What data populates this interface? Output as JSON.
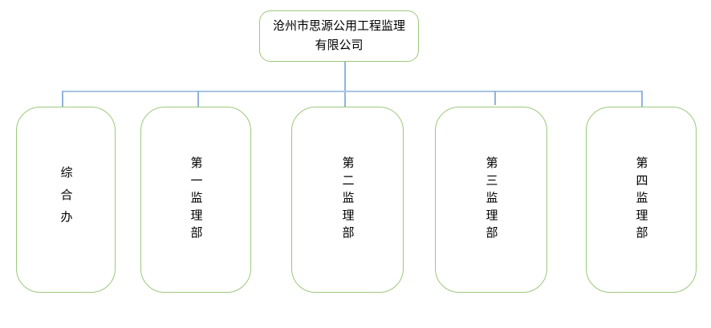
{
  "org_chart": {
    "root": {
      "label": "沧州市思源公用工程监理有限公司"
    },
    "departments": [
      {
        "label": "综合办"
      },
      {
        "label": "第一监理部"
      },
      {
        "label": "第二监理部"
      },
      {
        "label": "第三监理部"
      },
      {
        "label": "第四监理部"
      }
    ]
  },
  "colors": {
    "box_border": "#9cc87c",
    "connector": "#8fb4dd",
    "connector_light": "#a6c5e7",
    "text": "#000000",
    "background": "#ffffff"
  }
}
